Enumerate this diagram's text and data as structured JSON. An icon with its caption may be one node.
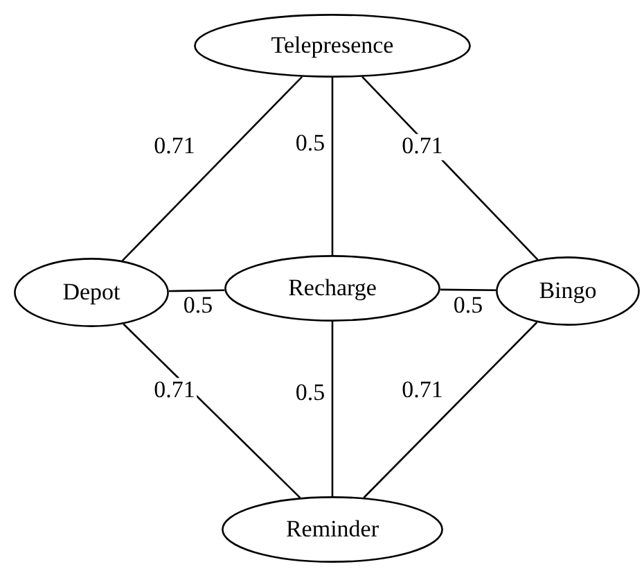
{
  "diagram": {
    "nodes": [
      {
        "text": [
          "Telepresence"
        ]
      },
      {
        "text": [
          "Depot"
        ]
      },
      {
        "text": [
          "Recharge"
        ]
      },
      {
        "text": [
          "Bingo"
        ]
      },
      {
        "text": [
          "Reminder"
        ]
      }
    ],
    "edges": [
      {
        "from": 0,
        "to": 1,
        "arrow": "none",
        "label": "0.71"
      },
      {
        "from": 0,
        "to": 2,
        "arrow": "none",
        "label": "0.5"
      },
      {
        "from": 0,
        "to": 3,
        "arrow": "none",
        "label": "0.71"
      },
      {
        "from": 1,
        "to": 2,
        "arrow": "none",
        "label": "0.5"
      },
      {
        "from": 2,
        "to": 3,
        "arrow": "none",
        "label": "0.5"
      },
      {
        "from": 1,
        "to": 4,
        "arrow": "none",
        "label": "0.71"
      },
      {
        "from": 2,
        "to": 4,
        "arrow": "none",
        "label": "0.5"
      },
      {
        "from": 3,
        "to": 4,
        "arrow": "none",
        "label": "0.71"
      }
    ]
  }
}
